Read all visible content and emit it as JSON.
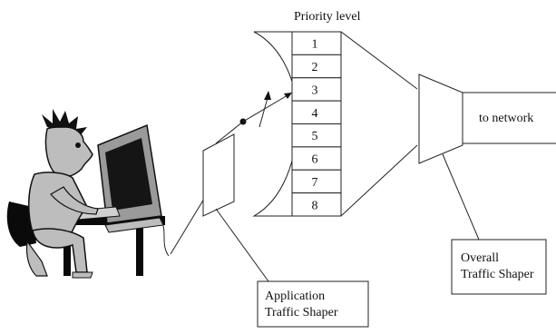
{
  "diagram": {
    "title": "Priority level",
    "levels": [
      "1",
      "2",
      "3",
      "4",
      "5",
      "6",
      "7",
      "8"
    ],
    "selected_level": "3",
    "output_label": "to network",
    "app_shaper_label": [
      "Application",
      "Traffic Shaper"
    ],
    "overall_shaper_label": [
      "Overall",
      "Traffic Shaper"
    ]
  }
}
